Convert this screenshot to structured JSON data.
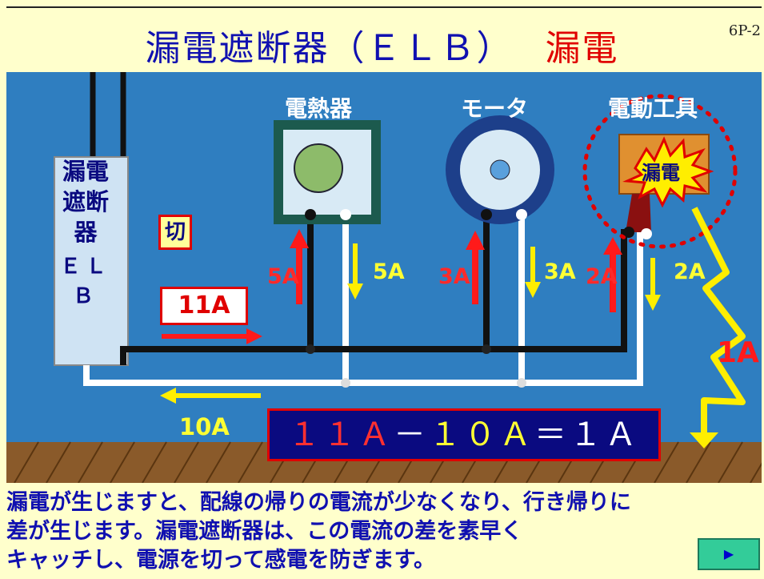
{
  "header": {
    "title": "漏電遮断器（ＥＬＢ）",
    "title_highlight": "漏電",
    "page_number": "6P-2"
  },
  "devices": {
    "heater": "電熱器",
    "motor": "モータ",
    "power_tool": "電動工具",
    "leak_burst": "漏電"
  },
  "elb": {
    "line1": "漏電",
    "line2": "遮断器",
    "abbr": "ＥＬＢ",
    "switch_state": "切"
  },
  "currents": {
    "heater_in": "5A",
    "heater_out": "5A",
    "motor_in": "3A",
    "motor_out": "3A",
    "tool_in": "2A",
    "tool_out": "2A",
    "leak": "1A",
    "supply": "11A",
    "return": "10A"
  },
  "formula": {
    "a": "１１Ａ",
    "op": "－",
    "b": "１０Ａ",
    "eq": "＝１Ａ"
  },
  "description": [
    "漏電が生じますと、配線の帰りの電流が少なくなり、行き帰りに",
    "差が生じます。漏電遮断器は、この電流の差を素早く",
    "キャッチし、電源を切って感電を防ぎます。"
  ],
  "colors": {
    "wall": "#2f7ec0",
    "floor": "#8a5a2a",
    "title": "#1010b0",
    "accent": "#e00000"
  },
  "nav": {
    "next_label": "▶"
  }
}
